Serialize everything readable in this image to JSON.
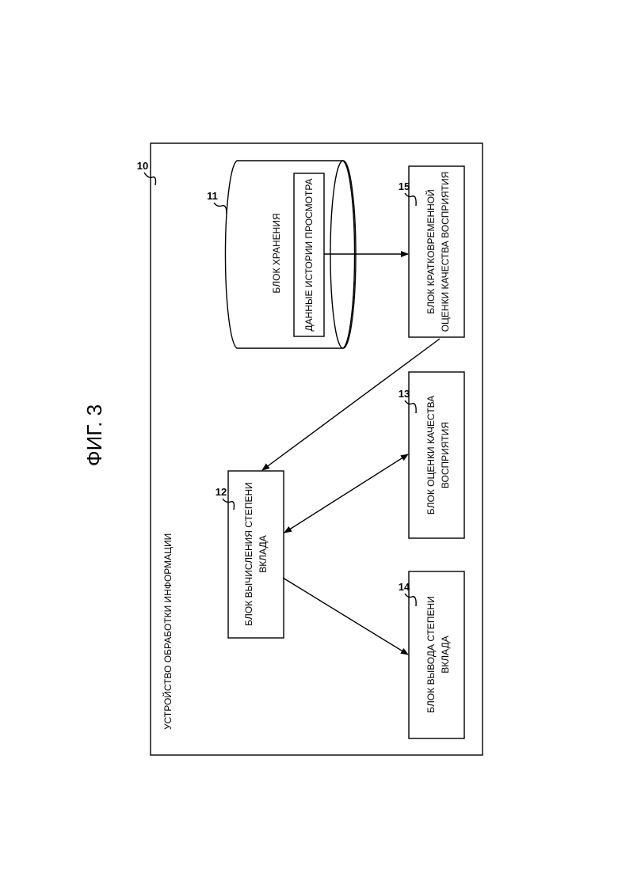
{
  "figure_title": "ФИГ. 3",
  "device": {
    "number": "10",
    "label": "УСТРОЙСТВО ОБРАБОТКИ ИНФОРМАЦИИ"
  },
  "storage": {
    "number": "11",
    "label": "БЛОК ХРАНЕНИЯ",
    "data_label": "ДАННЫЕ ИСТОРИИ ПРОСМОТРА"
  },
  "calc_block": {
    "number": "12",
    "line1": "БЛОК ВЫЧИСЛЕНИЯ СТЕПЕНИ",
    "line2": "ВКЛАДА"
  },
  "eval_block": {
    "number": "13",
    "line1": "БЛОК ОЦЕНКИ КАЧЕСТВА",
    "line2": "ВОСПРИЯТИЯ"
  },
  "output_block": {
    "number": "14",
    "line1": "БЛОК ВЫВОДА СТЕПЕНИ",
    "line2": "ВКЛАДА"
  },
  "short_eval_block": {
    "number": "15",
    "line1": "БЛОК КРАТКОВРЕМЕННОЙ",
    "line2": "ОЦЕНКИ КАЧЕСТВА ВОСПРИЯТИЯ"
  }
}
